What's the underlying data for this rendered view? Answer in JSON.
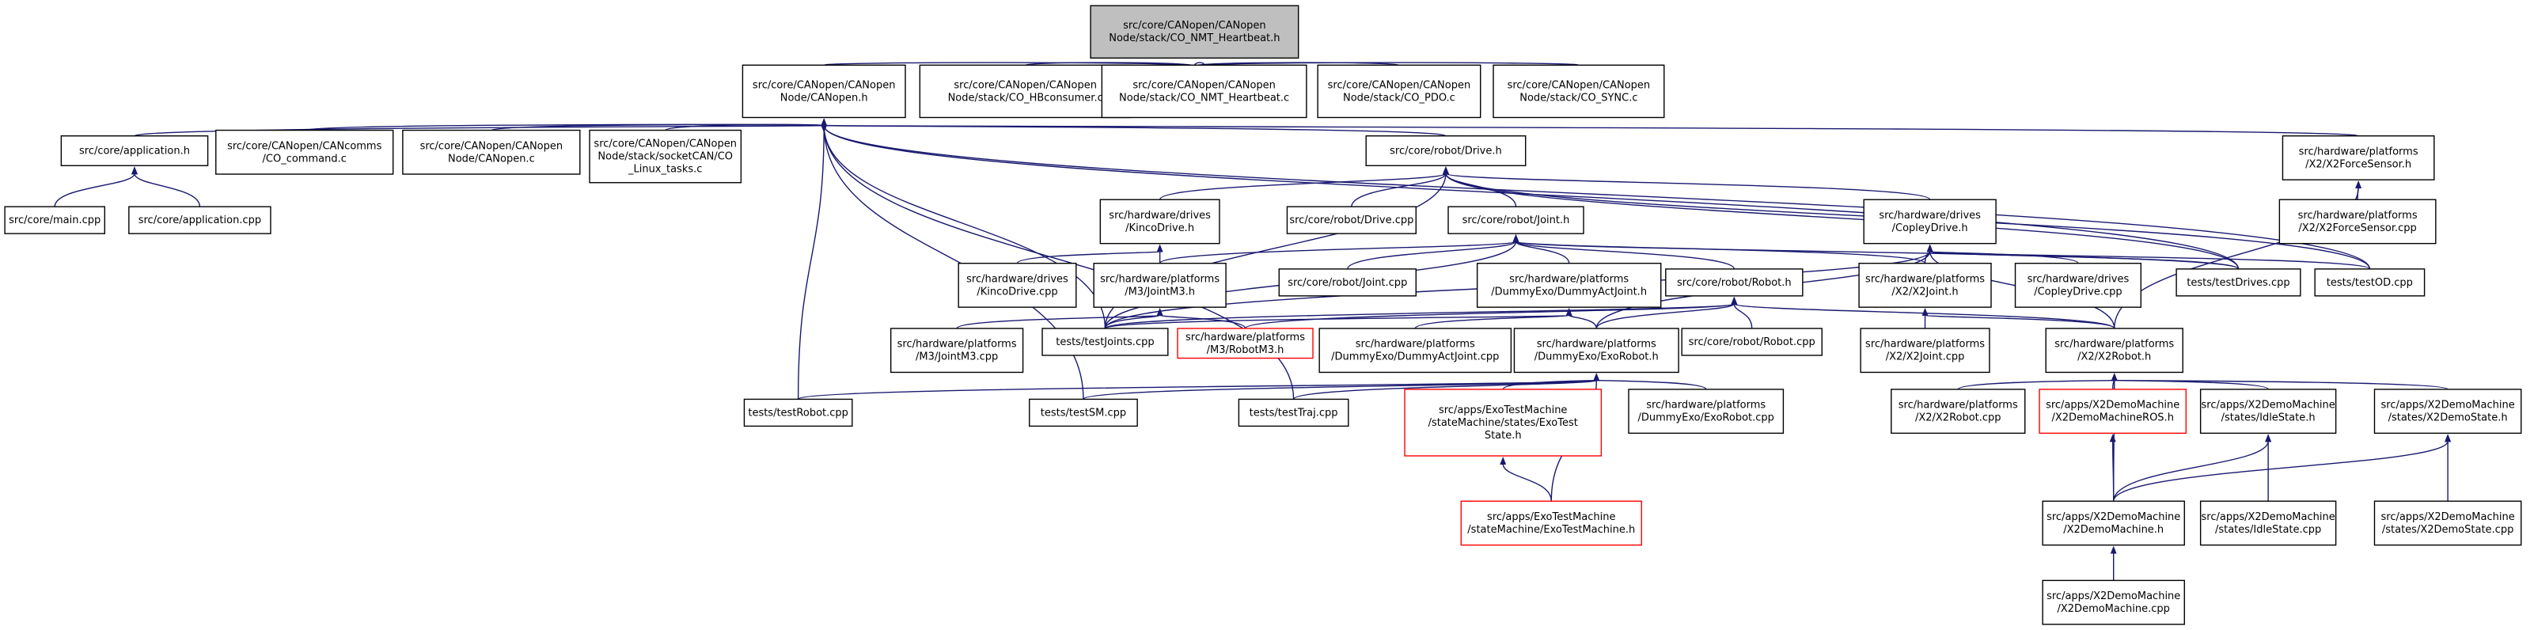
{
  "colors": {
    "edge": "#191970",
    "border_default": "#000000",
    "border_incomplete": "#ff0000",
    "fill_default": "#ffffff",
    "fill_root": "#bfbfbf"
  },
  "nodes": [
    {
      "id": "n0",
      "lines": [
        "src/core/CANopen/CANopen",
        "Node/stack/CO_NMT_Heartbeat.h"
      ],
      "style": "root"
    },
    {
      "id": "n1",
      "lines": [
        "src/core/CANopen/CANopen",
        "Node/CANopen.h"
      ],
      "style": "default"
    },
    {
      "id": "n2",
      "lines": [
        "src/core/CANopen/CANopen",
        "Node/stack/CO_HBconsumer.c"
      ],
      "style": "default"
    },
    {
      "id": "n3",
      "lines": [
        "src/core/CANopen/CANopen",
        "Node/stack/CO_NMT_Heartbeat.c"
      ],
      "style": "default"
    },
    {
      "id": "n4",
      "lines": [
        "src/core/CANopen/CANopen",
        "Node/stack/CO_PDO.c"
      ],
      "style": "default"
    },
    {
      "id": "n5",
      "lines": [
        "src/core/CANopen/CANopen",
        "Node/stack/CO_SYNC.c"
      ],
      "style": "default"
    },
    {
      "id": "n6",
      "lines": [
        "src/core/application.h"
      ],
      "style": "default"
    },
    {
      "id": "n7",
      "lines": [
        "src/core/CANopen/CANcomms",
        "/CO_command.c"
      ],
      "style": "default"
    },
    {
      "id": "n8",
      "lines": [
        "src/core/CANopen/CANopen",
        "Node/CANopen.c"
      ],
      "style": "default"
    },
    {
      "id": "n9",
      "lines": [
        "src/core/CANopen/CANopen",
        "Node/stack/socketCAN/CO",
        "_Linux_tasks.c"
      ],
      "style": "default"
    },
    {
      "id": "n10",
      "lines": [
        "src/core/main.cpp"
      ],
      "style": "default"
    },
    {
      "id": "n11",
      "lines": [
        "src/core/application.cpp"
      ],
      "style": "default"
    },
    {
      "id": "n12",
      "lines": [
        "src/core/robot/Drive.h"
      ],
      "style": "default"
    },
    {
      "id": "n13",
      "lines": [
        "src/hardware/platforms",
        "/X2/X2ForceSensor.h"
      ],
      "style": "default"
    },
    {
      "id": "n14",
      "lines": [
        "src/hardware/drives",
        "/KincoDrive.h"
      ],
      "style": "default"
    },
    {
      "id": "n15",
      "lines": [
        "src/core/robot/Drive.cpp"
      ],
      "style": "default"
    },
    {
      "id": "n16",
      "lines": [
        "src/core/robot/Joint.h"
      ],
      "style": "default"
    },
    {
      "id": "n17",
      "lines": [
        "src/hardware/drives",
        "/CopleyDrive.h"
      ],
      "style": "default"
    },
    {
      "id": "n18",
      "lines": [
        "src/hardware/platforms",
        "/X2/X2ForceSensor.cpp"
      ],
      "style": "default"
    },
    {
      "id": "n19",
      "lines": [
        "src/hardware/drives",
        "/KincoDrive.cpp"
      ],
      "style": "default"
    },
    {
      "id": "n20",
      "lines": [
        "src/hardware/platforms",
        "/M3/JointM3.h"
      ],
      "style": "default"
    },
    {
      "id": "n21",
      "lines": [
        "src/core/robot/Joint.cpp"
      ],
      "style": "default"
    },
    {
      "id": "n22",
      "lines": [
        "src/hardware/platforms",
        "/DummyExo/DummyActJoint.h"
      ],
      "style": "default"
    },
    {
      "id": "n23",
      "lines": [
        "src/core/robot/Robot.h"
      ],
      "style": "default"
    },
    {
      "id": "n24",
      "lines": [
        "src/hardware/platforms",
        "/X2/X2Joint.h"
      ],
      "style": "default"
    },
    {
      "id": "n25",
      "lines": [
        "src/hardware/drives",
        "/CopleyDrive.cpp"
      ],
      "style": "default"
    },
    {
      "id": "n26",
      "lines": [
        "tests/testDrives.cpp"
      ],
      "style": "default"
    },
    {
      "id": "n27",
      "lines": [
        "tests/testOD.cpp"
      ],
      "style": "default"
    },
    {
      "id": "n28",
      "lines": [
        "src/hardware/platforms",
        "/M3/JointM3.cpp"
      ],
      "style": "default"
    },
    {
      "id": "n29",
      "lines": [
        "tests/testJoints.cpp"
      ],
      "style": "default"
    },
    {
      "id": "n30",
      "lines": [
        "src/hardware/platforms",
        "/M3/RobotM3.h"
      ],
      "style": "incomplete"
    },
    {
      "id": "n31",
      "lines": [
        "src/hardware/platforms",
        "/DummyExo/DummyActJoint.cpp"
      ],
      "style": "default"
    },
    {
      "id": "n32",
      "lines": [
        "src/hardware/platforms",
        "/DummyExo/ExoRobot.h"
      ],
      "style": "default"
    },
    {
      "id": "n33",
      "lines": [
        "src/core/robot/Robot.cpp"
      ],
      "style": "default"
    },
    {
      "id": "n34",
      "lines": [
        "src/hardware/platforms",
        "/X2/X2Joint.cpp"
      ],
      "style": "default"
    },
    {
      "id": "n35",
      "lines": [
        "src/hardware/platforms",
        "/X2/X2Robot.h"
      ],
      "style": "default"
    },
    {
      "id": "n36",
      "lines": [
        "tests/testRobot.cpp"
      ],
      "style": "default"
    },
    {
      "id": "n37",
      "lines": [
        "tests/testSM.cpp"
      ],
      "style": "default"
    },
    {
      "id": "n38",
      "lines": [
        "tests/testTraj.cpp"
      ],
      "style": "default"
    },
    {
      "id": "n39",
      "lines": [
        "src/apps/ExoTestMachine",
        "/stateMachine/states/ExoTest",
        "State.h"
      ],
      "style": "incomplete"
    },
    {
      "id": "n40",
      "lines": [
        "src/hardware/platforms",
        "/DummyExo/ExoRobot.cpp"
      ],
      "style": "default"
    },
    {
      "id": "n41",
      "lines": [
        "src/hardware/platforms",
        "/X2/X2Robot.cpp"
      ],
      "style": "default"
    },
    {
      "id": "n42",
      "lines": [
        "src/apps/X2DemoMachine",
        "/X2DemoMachineROS.h"
      ],
      "style": "incomplete"
    },
    {
      "id": "n43",
      "lines": [
        "src/apps/X2DemoMachine",
        "/states/IdleState.h"
      ],
      "style": "default"
    },
    {
      "id": "n44",
      "lines": [
        "src/apps/X2DemoMachine",
        "/states/X2DemoState.h"
      ],
      "style": "default"
    },
    {
      "id": "n45",
      "lines": [
        "src/apps/ExoTestMachine",
        "/stateMachine/ExoTestMachine.h"
      ],
      "style": "incomplete"
    },
    {
      "id": "n46",
      "lines": [
        "src/apps/X2DemoMachine",
        "/X2DemoMachine.h"
      ],
      "style": "default"
    },
    {
      "id": "n47",
      "lines": [
        "src/apps/X2DemoMachine",
        "/states/IdleState.cpp"
      ],
      "style": "default"
    },
    {
      "id": "n48",
      "lines": [
        "src/apps/X2DemoMachine",
        "/states/X2DemoState.cpp"
      ],
      "style": "default"
    },
    {
      "id": "n49",
      "lines": [
        "src/apps/X2DemoMachine",
        "/X2DemoMachine.cpp"
      ],
      "style": "default"
    }
  ],
  "edges": [
    [
      "n0",
      "n1"
    ],
    [
      "n0",
      "n2"
    ],
    [
      "n0",
      "n3"
    ],
    [
      "n0",
      "n4"
    ],
    [
      "n0",
      "n5"
    ],
    [
      "n1",
      "n6"
    ],
    [
      "n1",
      "n7"
    ],
    [
      "n1",
      "n8"
    ],
    [
      "n1",
      "n9"
    ],
    [
      "n1",
      "n12"
    ],
    [
      "n1",
      "n13"
    ],
    [
      "n1",
      "n26"
    ],
    [
      "n1",
      "n27"
    ],
    [
      "n1",
      "n29"
    ],
    [
      "n1",
      "n36"
    ],
    [
      "n1",
      "n37"
    ],
    [
      "n1",
      "n38"
    ],
    [
      "n6",
      "n10"
    ],
    [
      "n6",
      "n11"
    ],
    [
      "n12",
      "n14"
    ],
    [
      "n12",
      "n15"
    ],
    [
      "n12",
      "n16"
    ],
    [
      "n12",
      "n17"
    ],
    [
      "n12",
      "n26"
    ],
    [
      "n12",
      "n27"
    ],
    [
      "n12",
      "n29"
    ],
    [
      "n13",
      "n18"
    ],
    [
      "n13",
      "n35"
    ],
    [
      "n14",
      "n19"
    ],
    [
      "n14",
      "n20"
    ],
    [
      "n16",
      "n20"
    ],
    [
      "n16",
      "n21"
    ],
    [
      "n16",
      "n22"
    ],
    [
      "n16",
      "n23"
    ],
    [
      "n16",
      "n24"
    ],
    [
      "n16",
      "n29"
    ],
    [
      "n16",
      "n26"
    ],
    [
      "n17",
      "n24"
    ],
    [
      "n17",
      "n25"
    ],
    [
      "n17",
      "n26"
    ],
    [
      "n17",
      "n27"
    ],
    [
      "n17",
      "n29"
    ],
    [
      "n17",
      "n32"
    ],
    [
      "n17",
      "n35"
    ],
    [
      "n20",
      "n28"
    ],
    [
      "n20",
      "n29"
    ],
    [
      "n20",
      "n30"
    ],
    [
      "n22",
      "n29"
    ],
    [
      "n22",
      "n31"
    ],
    [
      "n22",
      "n32"
    ],
    [
      "n23",
      "n30"
    ],
    [
      "n23",
      "n32"
    ],
    [
      "n23",
      "n33"
    ],
    [
      "n23",
      "n35"
    ],
    [
      "n23",
      "n29"
    ],
    [
      "n24",
      "n34"
    ],
    [
      "n24",
      "n35"
    ],
    [
      "n32",
      "n36"
    ],
    [
      "n32",
      "n37"
    ],
    [
      "n32",
      "n38"
    ],
    [
      "n32",
      "n39"
    ],
    [
      "n32",
      "n40"
    ],
    [
      "n32",
      "n45"
    ],
    [
      "n35",
      "n41"
    ],
    [
      "n35",
      "n42"
    ],
    [
      "n35",
      "n43"
    ],
    [
      "n35",
      "n44"
    ],
    [
      "n35",
      "n46"
    ],
    [
      "n39",
      "n45"
    ],
    [
      "n42",
      "n46"
    ],
    [
      "n43",
      "n46"
    ],
    [
      "n43",
      "n47"
    ],
    [
      "n44",
      "n46"
    ],
    [
      "n44",
      "n48"
    ],
    [
      "n46",
      "n49"
    ]
  ]
}
